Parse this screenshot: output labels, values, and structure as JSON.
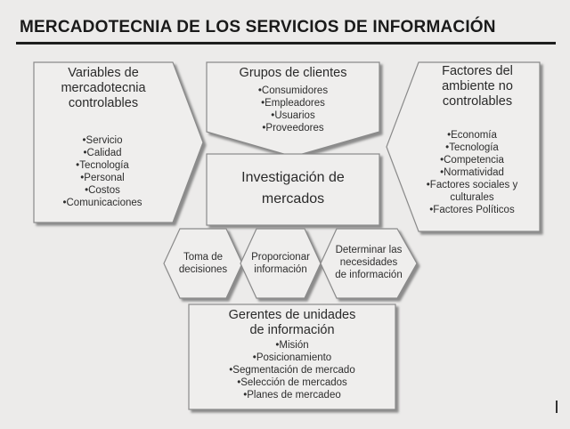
{
  "title": "MERCADOTECNIA DE LOS SERVICIOS DE INFORMACIÓN",
  "left_box": {
    "heading": [
      "Variables de",
      "mercadotecnia",
      "controlables"
    ],
    "items": [
      "•Servicio",
      "•Calidad",
      "•Tecnología",
      "•Personal",
      "•Costos",
      "•Comunicaciones"
    ]
  },
  "top_box": {
    "heading": "Grupos de clientes",
    "items": [
      "•Consumidores",
      "•Empleadores",
      "•Usuarios",
      "•Proveedores"
    ]
  },
  "right_box": {
    "heading": [
      "Factores del",
      "ambiente no",
      "controlables"
    ],
    "items": [
      "•Economía",
      "•Tecnología",
      "•Competencia",
      "•Normatividad",
      "•Factores sociales y",
      "culturales",
      "•Factores Políticos"
    ]
  },
  "center_box": {
    "label": [
      "Investigación de",
      "mercados"
    ]
  },
  "hexagons": [
    {
      "label": [
        "Toma de",
        "decisiones"
      ]
    },
    {
      "label": [
        "Proporcionar",
        "información"
      ]
    },
    {
      "label": [
        "Determinar las",
        "necesidades",
        "de información"
      ]
    }
  ],
  "bottom_box": {
    "heading": [
      "Gerentes de unidades",
      "de información"
    ],
    "items": [
      "•Misión",
      "•Posicionamiento",
      "•Segmentación de mercado",
      "•Selección de mercados",
      "•Planes de mercadeo"
    ]
  }
}
